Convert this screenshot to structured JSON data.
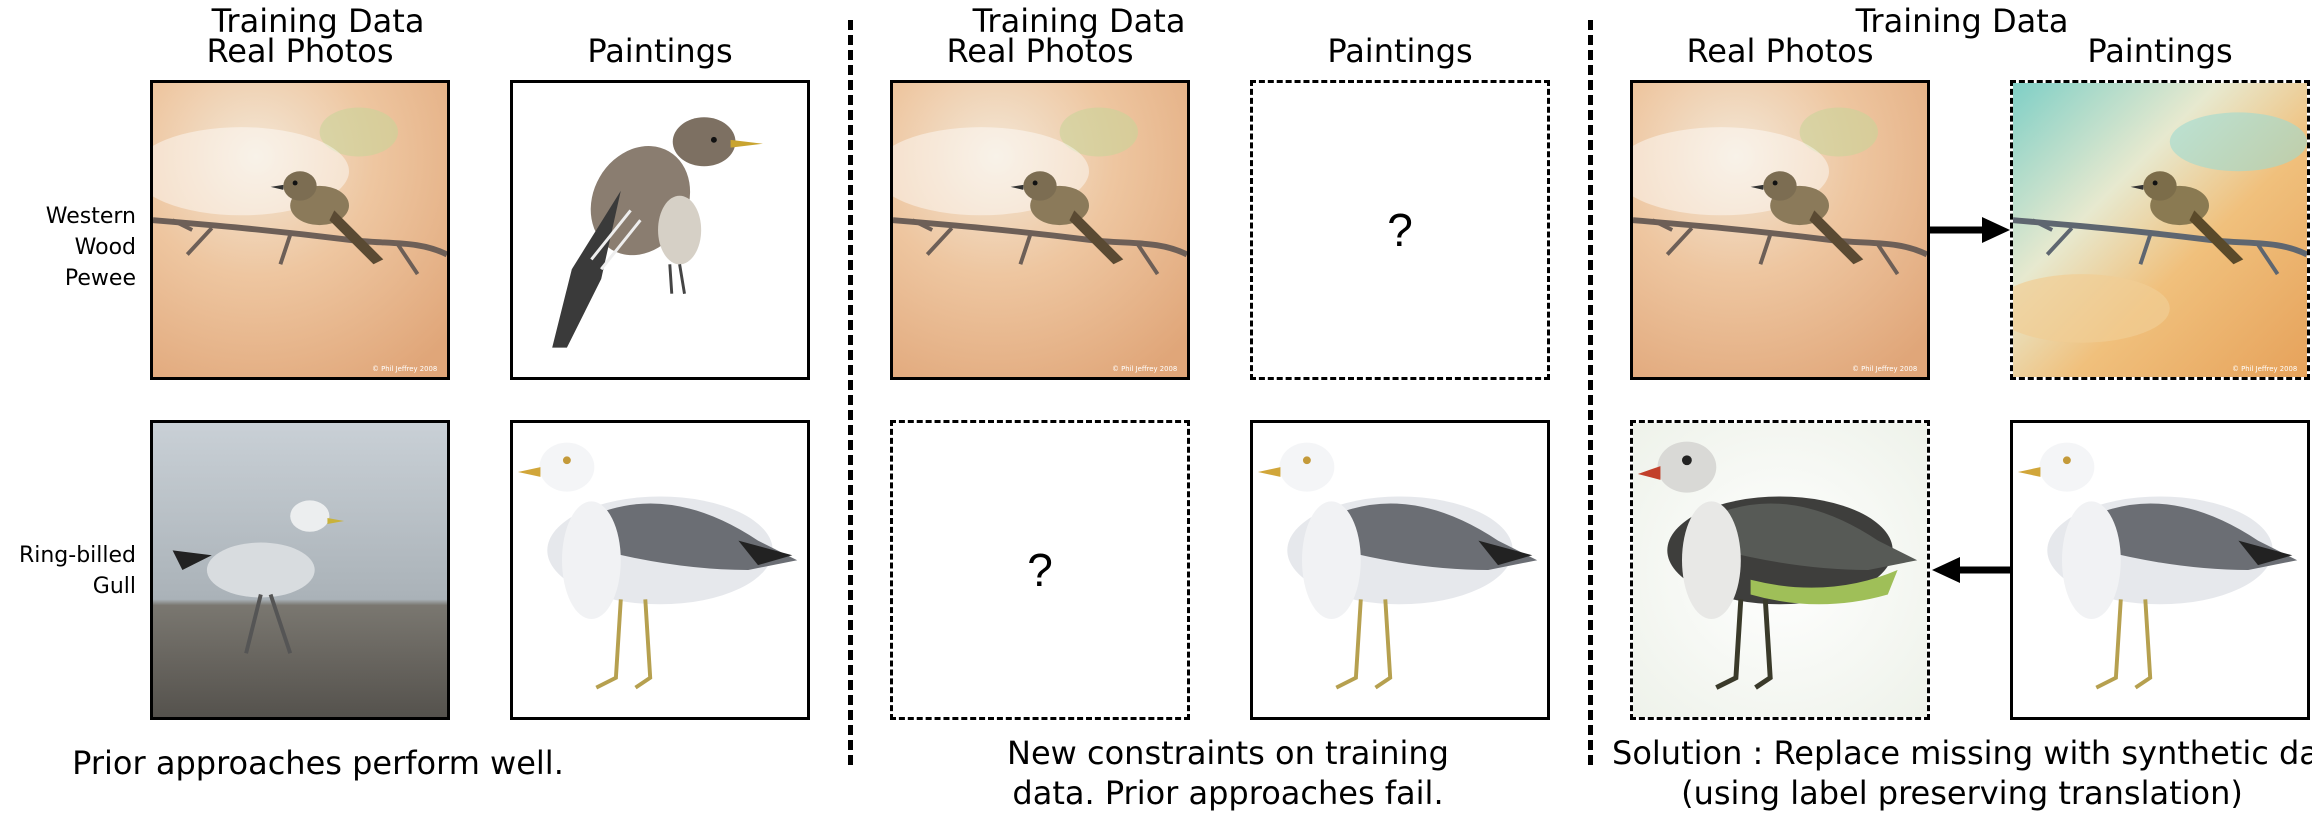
{
  "panels": [
    {
      "title": "Training Data",
      "col_real": "Real Photos",
      "col_paint": "Paintings",
      "caption_lines": [
        "Prior approaches perform well."
      ]
    },
    {
      "title": "Training Data",
      "col_real": "Real Photos",
      "col_paint": "Paintings",
      "missing_mark": "?",
      "caption_lines": [
        "New constraints on training",
        "data. Prior approaches fail."
      ]
    },
    {
      "title": "Training Data",
      "col_real": "Real Photos",
      "col_paint": "Paintings",
      "caption_lines": [
        "Solution : Replace missing with synthetic data",
        "(using label preserving translation)"
      ]
    }
  ],
  "rows": [
    {
      "label_lines": [
        "Western",
        "Wood Pewee"
      ]
    },
    {
      "label_lines": [
        "Ring-billed",
        "Gull"
      ]
    }
  ],
  "photo_credit": "© Phil Jeffrey 2008",
  "colors": {
    "pewee_bg_warm": "#e9b98a",
    "pewee_bg_light": "#f3e2cf",
    "synthetic_bg_teal": "#7fcfc6",
    "gull_bg_grey": "#c9d0d6",
    "sand": "#5e5c58"
  }
}
